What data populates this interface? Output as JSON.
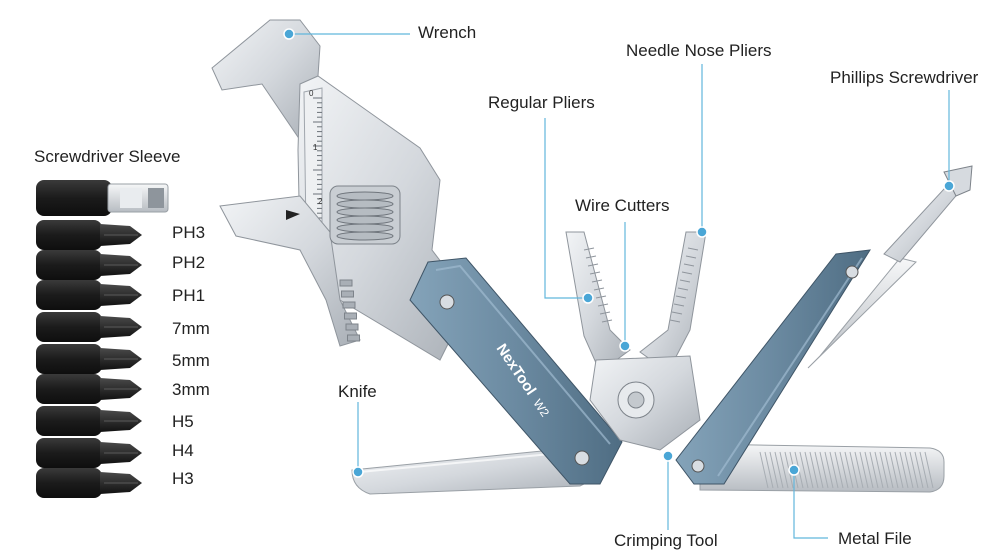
{
  "colors": {
    "leader_line": "#62b6dc",
    "leader_dot": "#4aa6d6",
    "handle": "#6d8ea6",
    "steel": "#d9dde2",
    "bit_black": "#1f1f1f"
  },
  "tool": {
    "brand": "NexTool",
    "model": "W2",
    "wrench_scale": [
      "0",
      "1",
      "2"
    ]
  },
  "callouts": {
    "wrench": "Wrench",
    "needle_nose_pliers": "Needle Nose Pliers",
    "phillips_screwdriver": "Phillips Screwdriver",
    "regular_pliers": "Regular Pliers",
    "wire_cutters": "Wire Cutters",
    "knife": "Knife",
    "crimping_tool": "Crimping Tool",
    "metal_file": "Metal File"
  },
  "bit_set": {
    "title": "Screwdriver Sleeve",
    "bits": [
      "PH3",
      "PH2",
      "PH1",
      "7mm",
      "5mm",
      "3mm",
      "H5",
      "H4",
      "H3"
    ]
  }
}
